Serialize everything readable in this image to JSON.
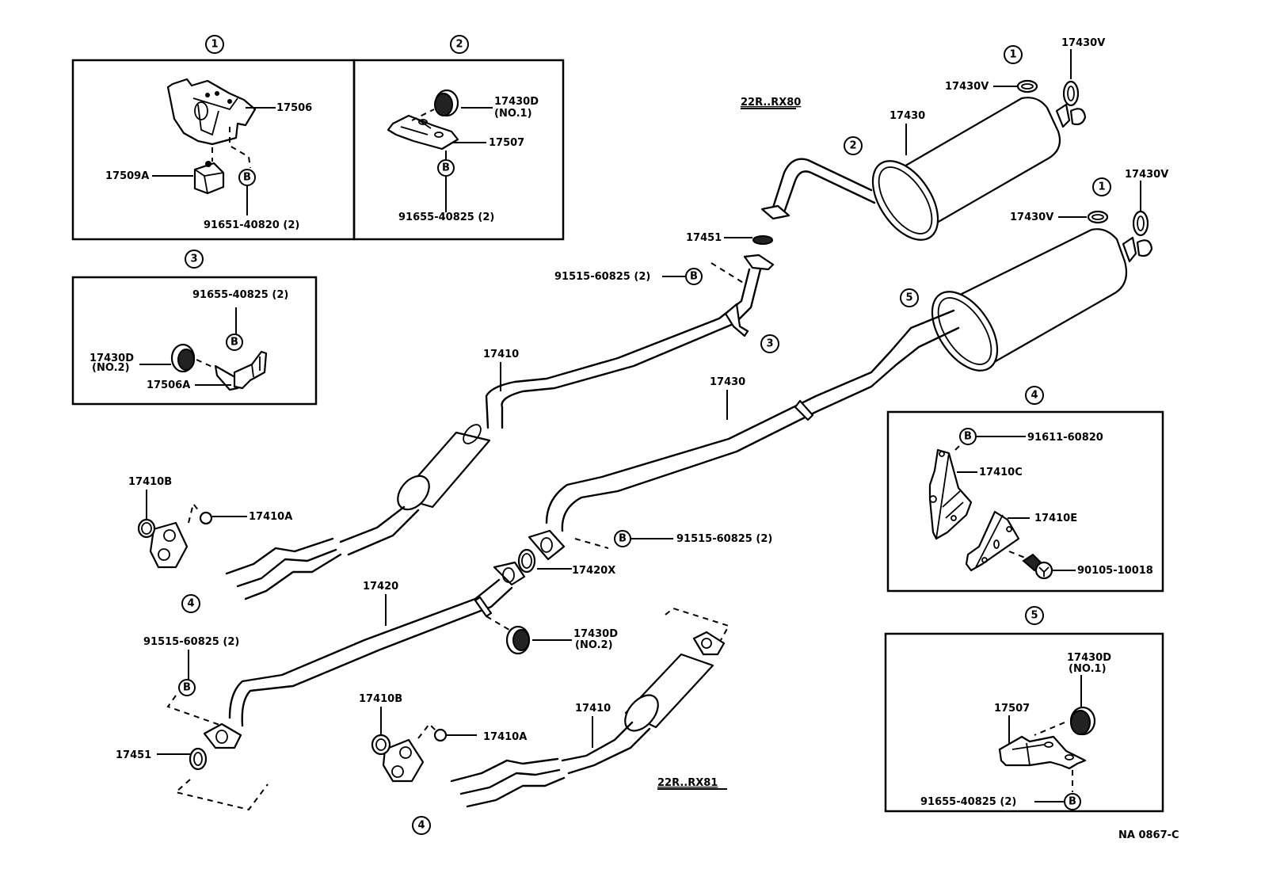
{
  "diagram": {
    "title": "Exhaust pipe parts diagram",
    "reference_code": "NA 0867-C",
    "model_labels": {
      "upper": "22R..RX80",
      "lower": "22R..RX81"
    },
    "callouts": [
      "1",
      "2",
      "3",
      "4",
      "5"
    ],
    "bolt_symbol": "B"
  },
  "detail_boxes": {
    "box1": {
      "number": "1",
      "labels": {
        "bracket": "17506",
        "rubber": "17509A",
        "bolt": "91651-40820 (2)"
      }
    },
    "box2": {
      "number": "2",
      "labels": {
        "cushion": "17430D",
        "cushion_note": "(NO.1)",
        "bracket": "17507",
        "bolt": "91655-40825 (2)"
      }
    },
    "box3": {
      "number": "3",
      "labels": {
        "bolt": "91655-40825 (2)",
        "cushion": "17430D",
        "cushion_note": "(NO.2)",
        "bracket": "17506A"
      }
    },
    "box4": {
      "number": "4",
      "labels": {
        "bolt": "91611-60820",
        "stay_c": "17410C",
        "stay_e": "17410E",
        "bolt2": "90105-10018"
      }
    },
    "box5": {
      "number": "5",
      "labels": {
        "cushion": "17430D",
        "cushion_note": "(NO.1)",
        "bracket": "17507",
        "bolt": "91655-40825 (2)"
      }
    }
  },
  "main_labels": {
    "tail_muffler_upper": "17430",
    "gasket_v1_upper": "17430V",
    "gasket_v2_upper": "17430V",
    "gasket_upper_flange": "17451",
    "bolt_upper_flange": "91515-60825 (2)",
    "front_pipe_upper": "17410",
    "tail_pipe_lower": "17430",
    "gasket_v1_lower": "17430V",
    "gasket_v2_lower": "17430V",
    "gasket_17410b_upper": "17410B",
    "nut_17410a_upper": "17410A",
    "bolt_mid_flange": "91515-60825 (2)",
    "gasket_17420x": "17420X",
    "center_pipe": "17420",
    "cushion_mid": "17430D",
    "cushion_mid_note": "(NO.2)",
    "bolt_lower_left": "91515-60825 (2)",
    "gasket_17451_lower": "17451",
    "gasket_17410b_lower": "17410B",
    "nut_17410a_lower": "17410A",
    "front_pipe_lower": "17410"
  }
}
